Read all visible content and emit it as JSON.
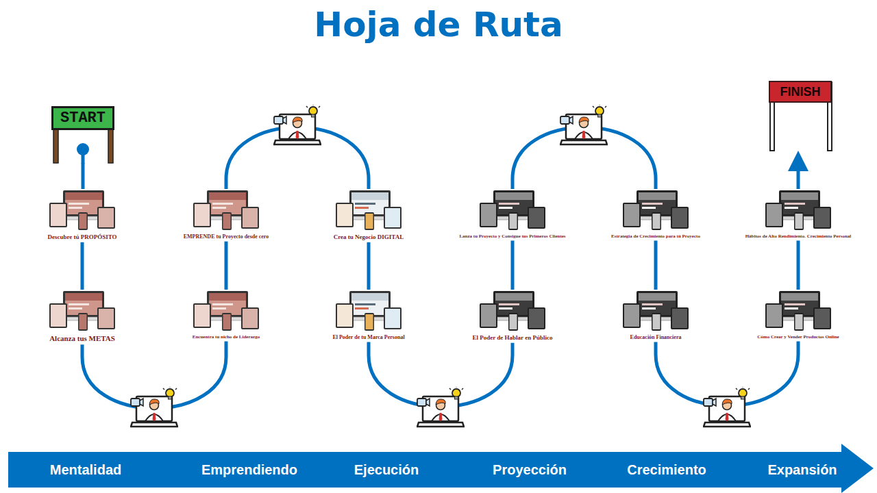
{
  "diagram": {
    "title": "Hoja de Ruta",
    "nodes": [
      {
        "text": [
          "START"
        ]
      },
      {
        "text": [
          "Descubre tú PROPÓSITO"
        ]
      },
      {
        "text": [
          "Alcanza tus METAS"
        ]
      },
      {
        "text": [
          "EMPRENDE tu Proyecto desde cero"
        ]
      },
      {
        "text": [
          "Encuentra tu nicho de Liderazgo"
        ]
      },
      {
        "text": [
          "Crea tu Negocio DIGITAL"
        ]
      },
      {
        "text": [
          "El Poder de tu Marca Personal"
        ]
      },
      {
        "text": [
          "Lanza tu Proyecto y Consigue tus Primeros Clientes"
        ]
      },
      {
        "text": [
          "El Poder de Hablar en Público"
        ]
      },
      {
        "text": [
          "Estrategia de Crecimiento para tú Proyecto"
        ]
      },
      {
        "text": [
          "Educación Financiera"
        ]
      },
      {
        "text": [
          "Hábitos de Alto Rendimiento. Crecimiento Personal"
        ]
      },
      {
        "text": [
          "Cómo Crear y Vender Productos Online"
        ]
      },
      {
        "text": [
          "FINISH"
        ]
      },
      {
        "text": [
          "Mentalidad",
          "Emprendiendo",
          "Ejecución",
          "Proyección",
          "Crecimiento",
          "Expansión"
        ]
      }
    ],
    "edges": [
      {
        "from": 0,
        "to": 1,
        "arrow": "none"
      },
      {
        "from": 1,
        "to": 2,
        "arrow": "none"
      },
      {
        "from": 2,
        "to": 4,
        "arrow": "none"
      },
      {
        "from": 4,
        "to": 3,
        "arrow": "none"
      },
      {
        "from": 3,
        "to": 5,
        "arrow": "none"
      },
      {
        "from": 5,
        "to": 6,
        "arrow": "none"
      },
      {
        "from": 6,
        "to": 8,
        "arrow": "none"
      },
      {
        "from": 8,
        "to": 7,
        "arrow": "none"
      },
      {
        "from": 7,
        "to": 9,
        "arrow": "none"
      },
      {
        "from": 9,
        "to": 10,
        "arrow": "none"
      },
      {
        "from": 10,
        "to": 12,
        "arrow": "none"
      },
      {
        "from": 12,
        "to": 11,
        "arrow": "none"
      },
      {
        "from": 11,
        "to": 13,
        "arrow": "to"
      }
    ]
  }
}
